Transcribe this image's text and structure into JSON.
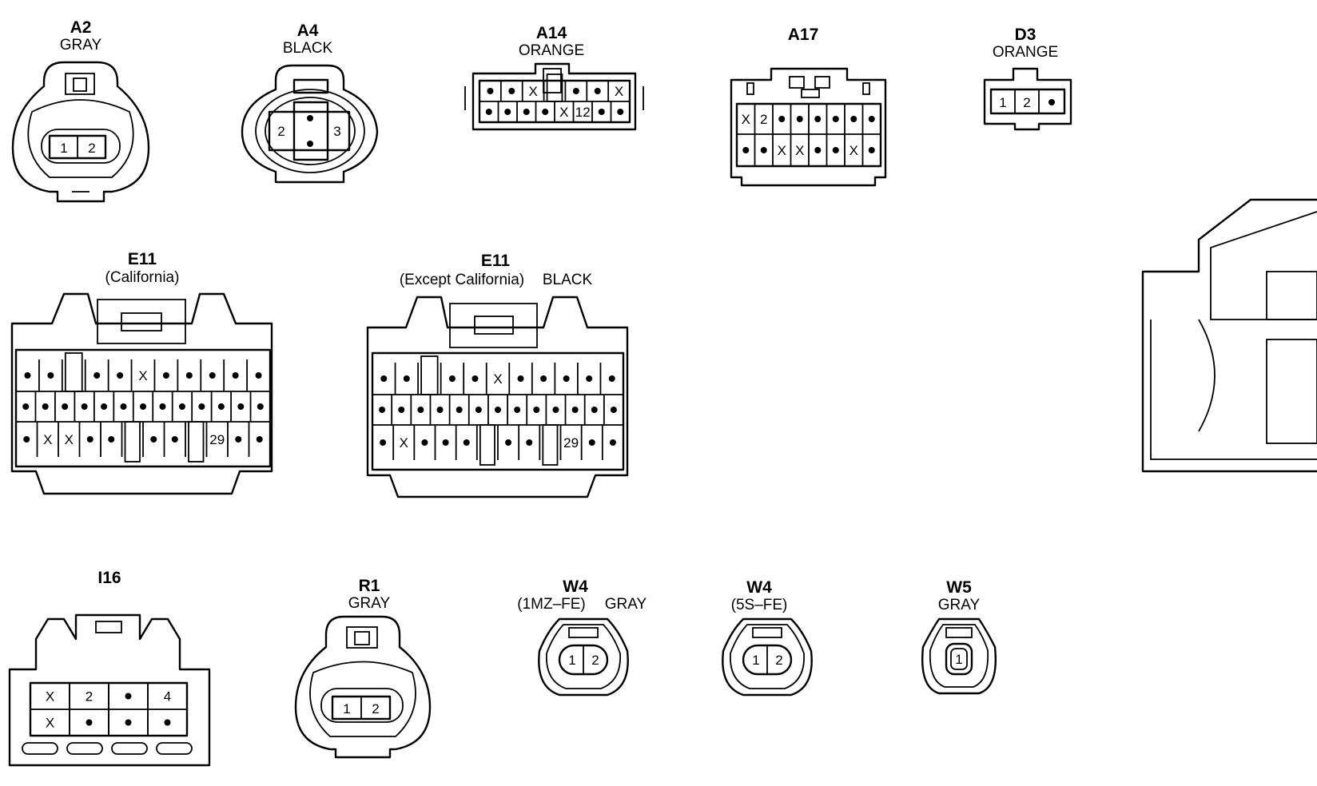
{
  "connectors": [
    {
      "id": "A2",
      "color": "GRAY"
    },
    {
      "id": "A4",
      "color": "BLACK"
    },
    {
      "id": "A14",
      "color": "ORANGE"
    },
    {
      "id": "A17",
      "color": ""
    },
    {
      "id": "D3",
      "color": "ORANGE"
    },
    {
      "id": "E11",
      "variant": "(California)",
      "color": ""
    },
    {
      "id": "E11",
      "variant": "(Except California)",
      "color": "BLACK"
    },
    {
      "id": "I16",
      "color": ""
    },
    {
      "id": "R1",
      "color": "GRAY"
    },
    {
      "id": "W4",
      "variant": "(1MZ–FE)",
      "color": "GRAY"
    },
    {
      "id": "W4",
      "variant": "(5S–FE)",
      "color": ""
    },
    {
      "id": "W5",
      "color": "GRAY"
    }
  ],
  "pins": {
    "a2": [
      "1",
      "2"
    ],
    "a4": [
      "2",
      "3"
    ],
    "a14": [
      [
        "•",
        "•",
        "X",
        "",
        "•",
        "•",
        "X"
      ],
      [
        "•",
        "•",
        "•",
        "•",
        "X",
        "12",
        "•",
        "•"
      ]
    ],
    "a17": [
      [
        "X",
        "2",
        "•",
        "•",
        "•",
        "•",
        "•",
        "•"
      ],
      [
        "•",
        "•",
        "X",
        "X",
        "•",
        "•",
        "X",
        "•"
      ]
    ],
    "d3": [
      "1",
      "2",
      "•"
    ],
    "e11_cal": [
      [
        "•",
        "•",
        "",
        "•",
        "•",
        "X",
        "•",
        "•",
        "•",
        "•",
        "•"
      ],
      [
        "•",
        "•",
        "•",
        "•",
        "•",
        "•",
        "•",
        "•",
        "•",
        "•",
        "•",
        "•",
        "•"
      ],
      [
        "•",
        "X",
        "X",
        "•",
        "•",
        "",
        "•",
        "•",
        "",
        "29",
        "•",
        "•"
      ]
    ],
    "e11_exc": [
      [
        "•",
        "•",
        "",
        "•",
        "•",
        "X",
        "•",
        "•",
        "•",
        "•",
        "•"
      ],
      [
        "•",
        "•",
        "•",
        "•",
        "•",
        "•",
        "•",
        "•",
        "•",
        "•",
        "•",
        "•",
        "•"
      ],
      [
        "•",
        "X",
        "•",
        "•",
        "•",
        "",
        "•",
        "•",
        "",
        "29",
        "•",
        "•"
      ]
    ],
    "i16": [
      [
        "X",
        "2",
        "•",
        "4"
      ],
      [
        "X",
        "•",
        "•",
        "•"
      ]
    ],
    "r1": [
      "1",
      "2"
    ],
    "w4a": [
      "1",
      "2"
    ],
    "w4b": [
      "1",
      "2"
    ],
    "w5": [
      "1"
    ]
  }
}
